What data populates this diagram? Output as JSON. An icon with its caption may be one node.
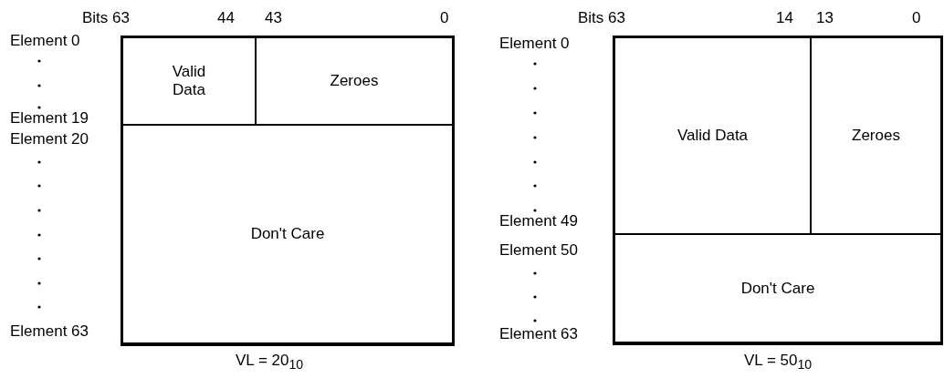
{
  "diagram": {
    "nodes": [
      {
        "text": [
          "Valid Data"
        ]
      },
      {
        "text": [
          "Zeroes"
        ]
      },
      {
        "text": [
          "Don't Care"
        ]
      },
      {
        "text": [
          "Valid Data"
        ]
      },
      {
        "text": [
          "Zeroes"
        ]
      },
      {
        "text": [
          "Don't Care"
        ]
      }
    ],
    "edges": [],
    "labels": [
      "Bits 63",
      "44",
      "43",
      "0",
      "Element 0",
      "Element 19",
      "Element 20",
      "Element 63",
      "VL = 20$_{10}$",
      "Bits 63",
      "14",
      "13",
      "0",
      "Element 0",
      "Element 49",
      "Element 50",
      "Element 63",
      "VL = 50$_{10}$"
    ]
  }
}
